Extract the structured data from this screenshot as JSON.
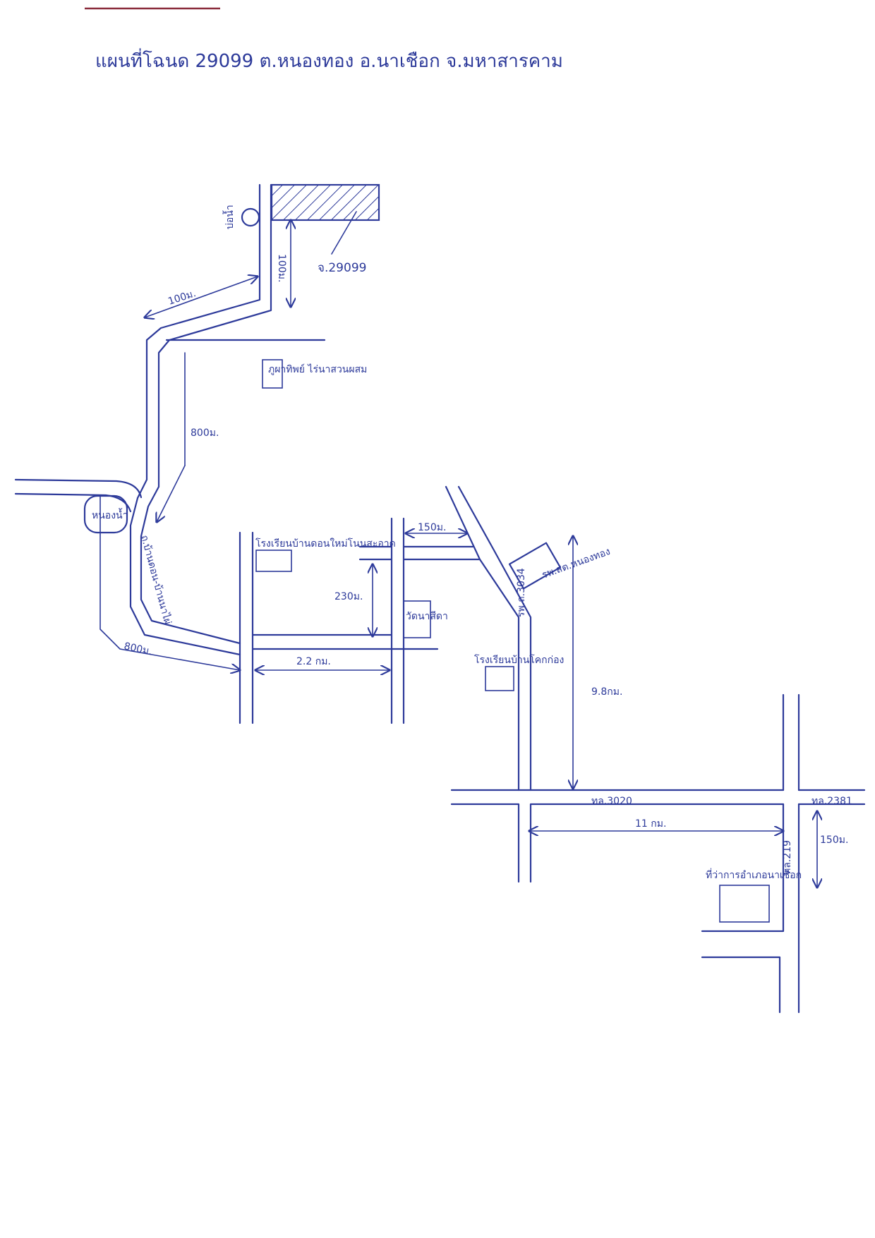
{
  "title": "แผนที่โฉนด 29099 ต.หนองทอง อ.นาเชือก จ.มหาสารคาม",
  "plot_label": "จ.29099",
  "landmarks": {
    "water_well": "บ่อน้ำ",
    "pond": "หนองน้ำ",
    "sugarcane": "ภูผาทิพย์ ไร่นาสวนผสม",
    "school_top": "โรงเรียนบ้านดอนใหม่โนนสะอาด",
    "temple": "วัดนาสีดา",
    "school_mid": "โรงเรียนบ้านโคกก่อง",
    "health_center": "รพ.สต.หนองทอง",
    "district_office": "ที่ว่าการอำเภอนาเชือก"
  },
  "road_labels": {
    "local_road": "ถ.บ้านดอน-บ้านนาไผ่",
    "road_3034": "รพ.ถ.3034",
    "road_3020": "ทล.3020",
    "road_2381": "ทล.2381",
    "road_219": "ทล.219"
  },
  "distances": {
    "d_100_diag": "100ม.",
    "d_100_vert": "100ม.",
    "d_800_upper": "800ม.",
    "d_800_lower": "800ม.",
    "d_150_top": "150ม.",
    "d_230": "230ม.",
    "d_2_2": "2.2 กม.",
    "d_9_8": "9.8กม.",
    "d_11": "11 กม.",
    "d_150_right": "150ม."
  },
  "colors": {
    "ink": "#2d3a9a",
    "top_bar": "#8a2b3b"
  }
}
